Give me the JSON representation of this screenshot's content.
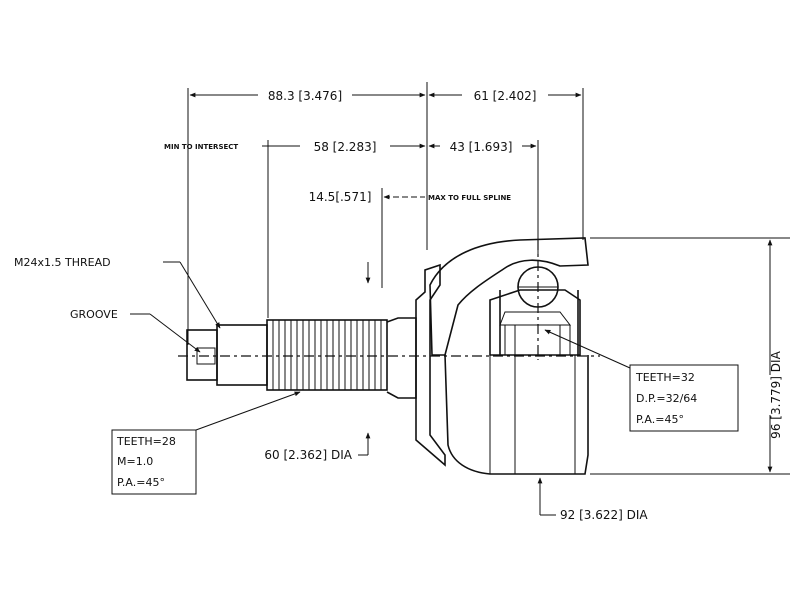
{
  "dimensions": {
    "overall_left": "88.3 [3.476]",
    "overall_right": "61 [2.402]",
    "intersect_left": "58 [2.283]",
    "intersect_right": "43 [1.693]",
    "min_to_intersect": "MIN TO INTERSECT",
    "spline_length": "14.5[.571]",
    "max_to_full_spline": "MAX TO FULL SPLINE",
    "outer_dia": "96 [3.779] DIA",
    "seal_dia": "60 [2.362] DIA",
    "body_dia": "92 [3.622] DIA"
  },
  "callouts": {
    "thread": "M24x1.5 THREAD",
    "groove": "GROOVE"
  },
  "outer_spline_box": {
    "teeth": "TEETH=28",
    "module": "M=1.0",
    "pressure_angle": "P.A.=45°"
  },
  "inner_spline_box": {
    "teeth": "TEETH=32",
    "diametral_pitch": "D.P.=32/64",
    "pressure_angle": "P.A.=45°"
  }
}
